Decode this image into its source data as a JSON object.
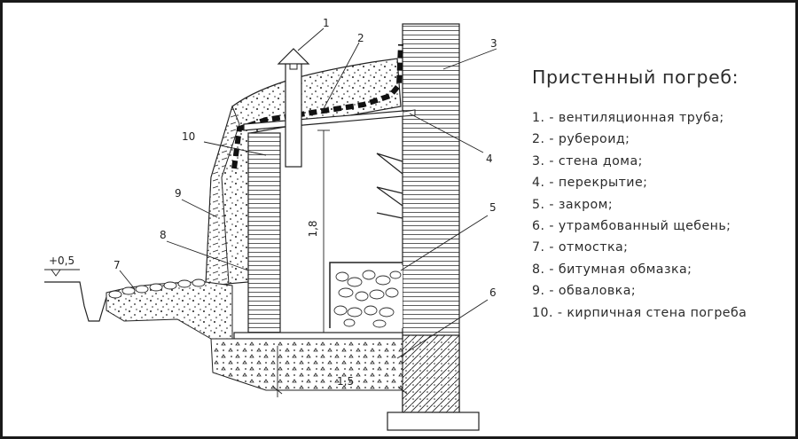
{
  "title": "Пристенный погреб:",
  "legend": [
    "1. - вентиляционная труба;",
    "2. - рубероид;",
    "3. - стена дома;",
    "4. - перекрытие;",
    "5. - закром;",
    "6. - утрамбованный щебень;",
    "7. - отмостка;",
    "8. - битумная обмазка;",
    "9. - обваловка;",
    "10. - кирпичная стена погреба"
  ],
  "callouts": [
    "1",
    "2",
    "3",
    "4",
    "5",
    "6",
    "7",
    "8",
    "9",
    "10"
  ],
  "dimensions": {
    "height": "1,8",
    "width": "1,5",
    "level": "+0,5"
  }
}
